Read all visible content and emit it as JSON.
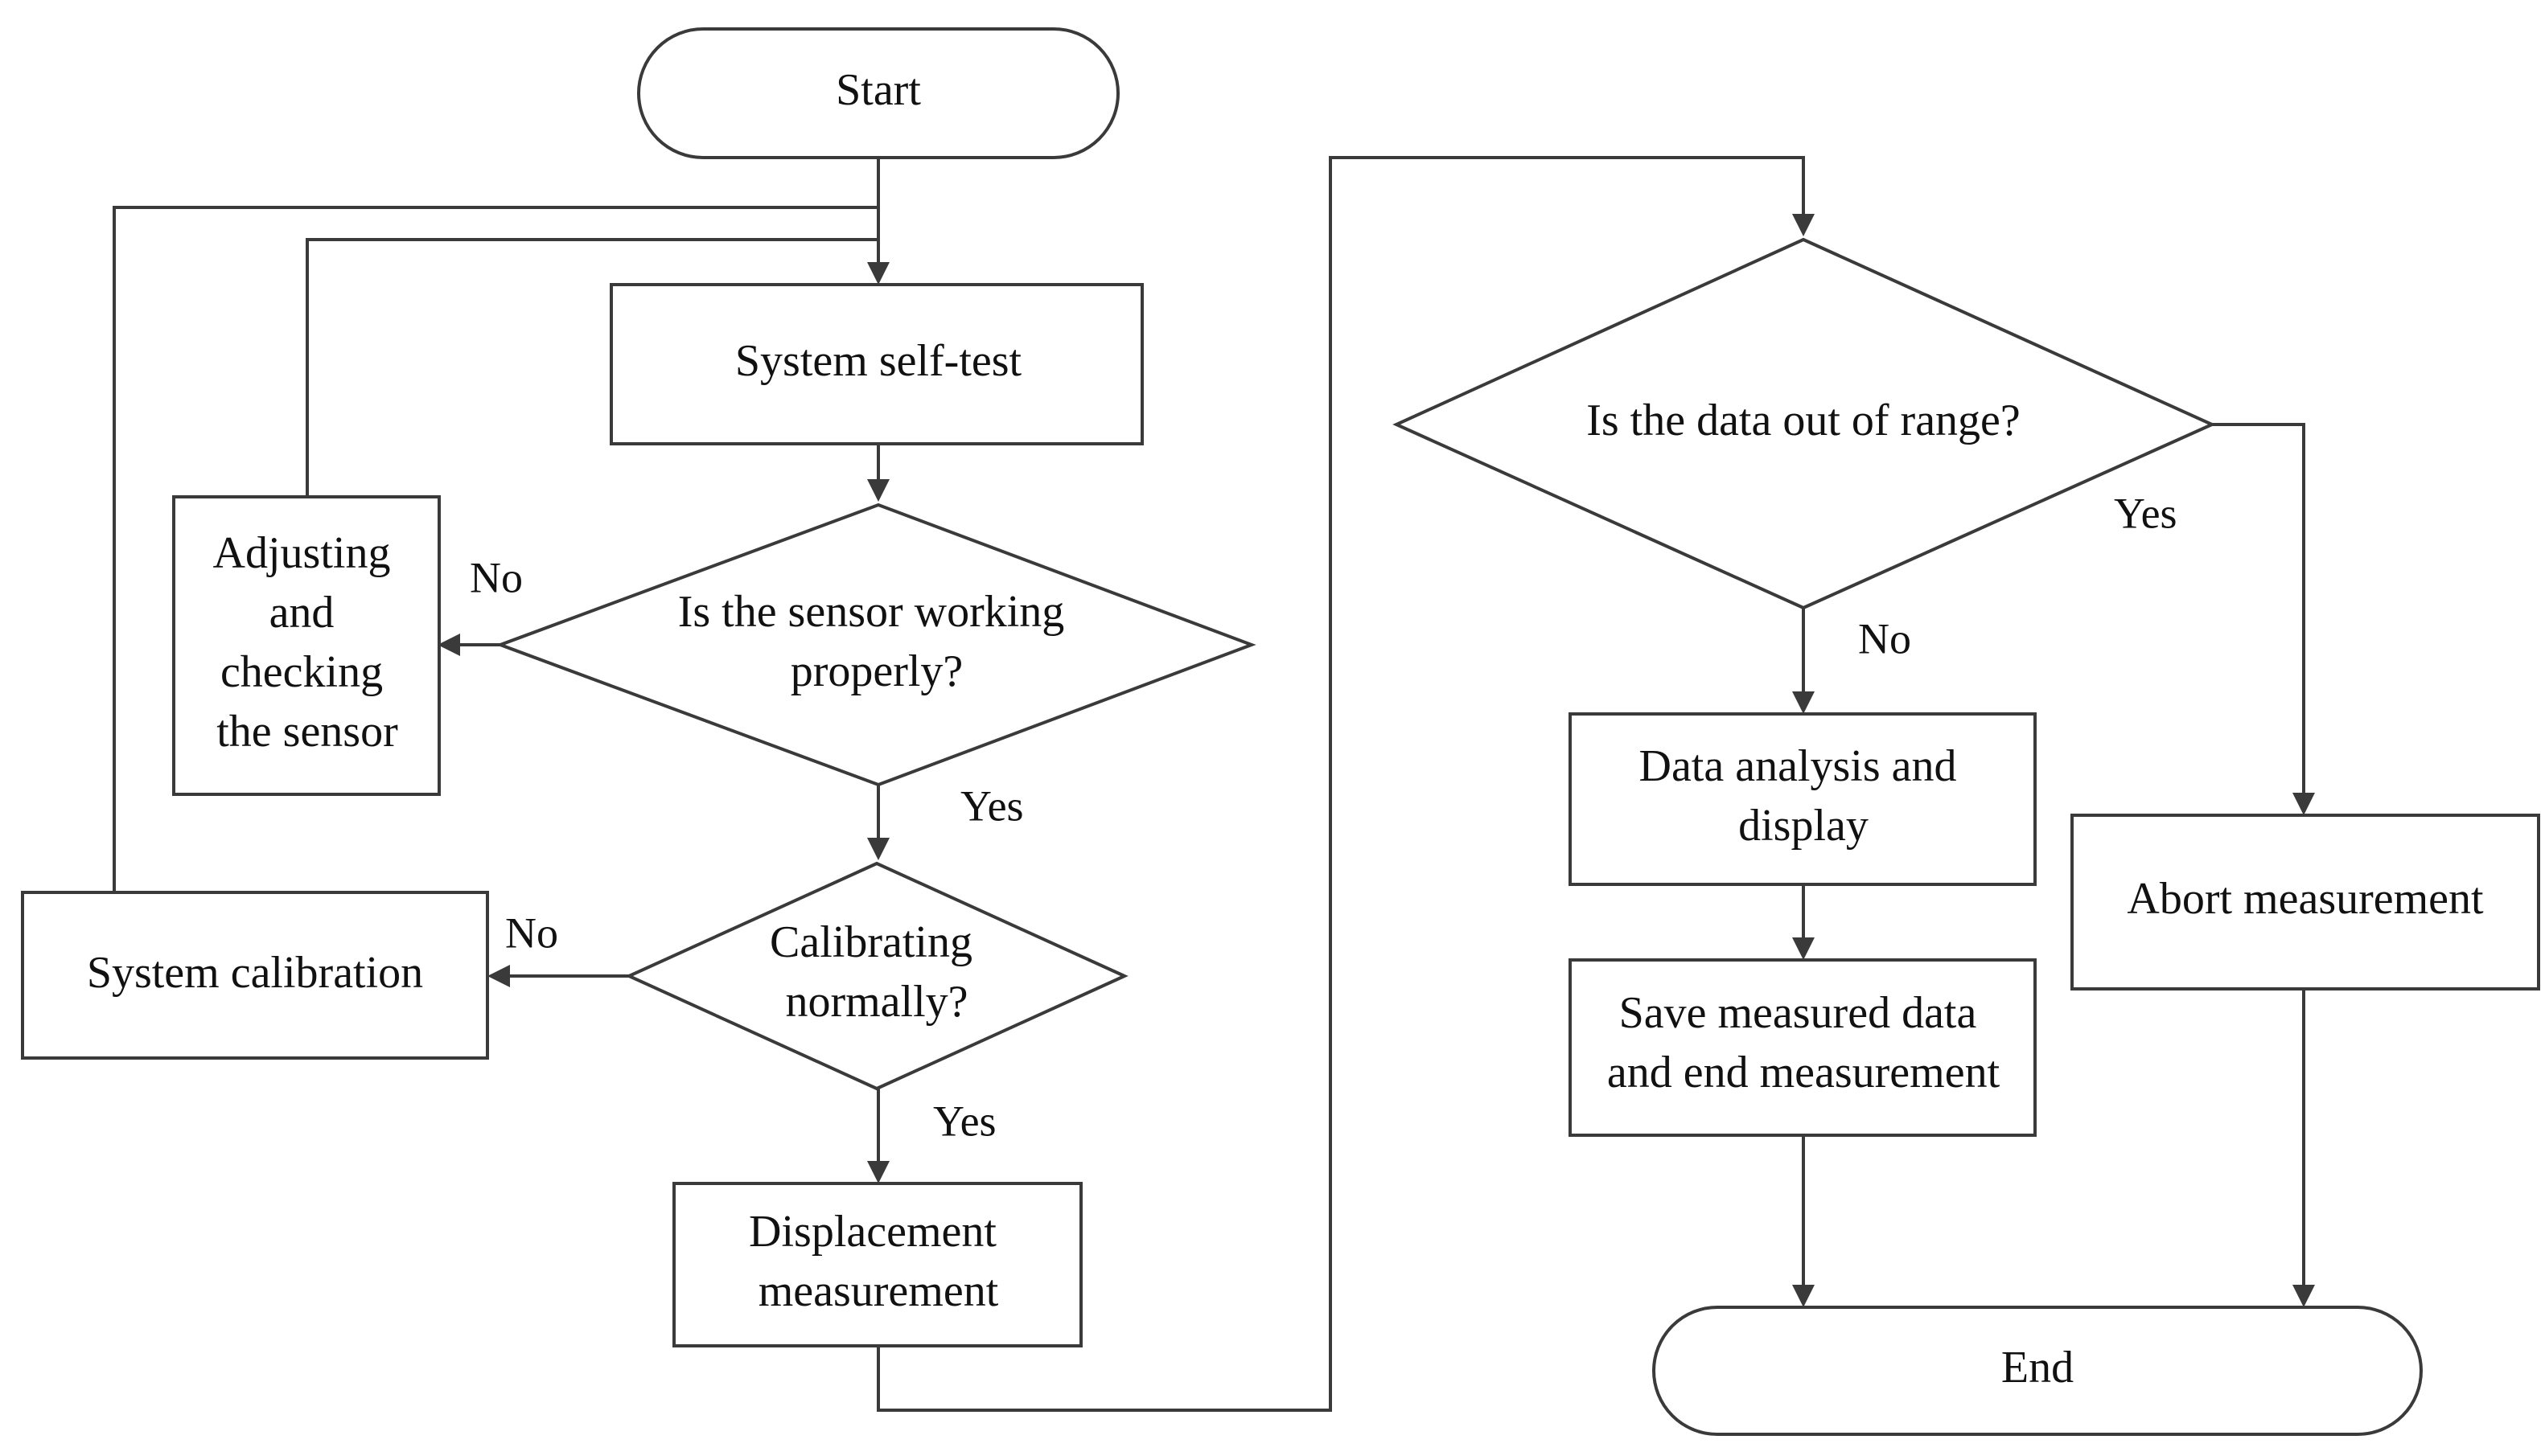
{
  "nodes": {
    "start": "Start",
    "self_test": "System self-test",
    "adjust": [
      "Adjusting",
      "and",
      "checking",
      "the sensor"
    ],
    "sensor_check": [
      "Is the sensor working",
      "properly?"
    ],
    "calibration": "System calibration",
    "calibrating_check": [
      "Calibrating",
      "normally?"
    ],
    "displacement": [
      "Displacement",
      "measurement"
    ],
    "range_check": "Is the data out of range?",
    "analysis": [
      "Data analysis and",
      "display"
    ],
    "save": [
      "Save measured data",
      "and end measurement"
    ],
    "abort": "Abort measurement",
    "end": "End"
  },
  "edges": {
    "sensor_no": "No",
    "sensor_yes": "Yes",
    "calib_no": "No",
    "calib_yes": "Yes",
    "range_yes": "Yes",
    "range_no": "No"
  }
}
